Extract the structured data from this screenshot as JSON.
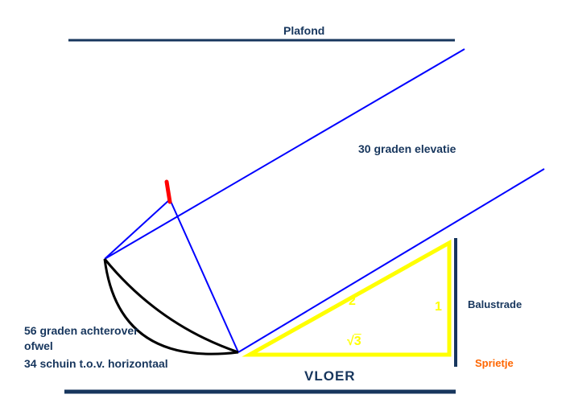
{
  "colors": {
    "dark_blue": "#17365D",
    "bright_blue": "#0000FF",
    "yellow": "#FFFF00",
    "red": "#FF0000",
    "black": "#000000",
    "orange": "#FF6600",
    "background": "#FFFFFF"
  },
  "labels": {
    "plafond": "Plafond",
    "elevation": "30 graden elevatie",
    "balustrade": "Balustrade",
    "vloer": "VLOER",
    "sprietje": "Sprietje",
    "tilt_line1": "56 graden achterover",
    "tilt_line2": "ofwel",
    "tilt_line3": "34 schuin t.o.v. horizontaal"
  },
  "triangle": {
    "hypotenuse": "2",
    "vertical": "1",
    "base_radical": "√",
    "base_radicand": "3"
  }
}
